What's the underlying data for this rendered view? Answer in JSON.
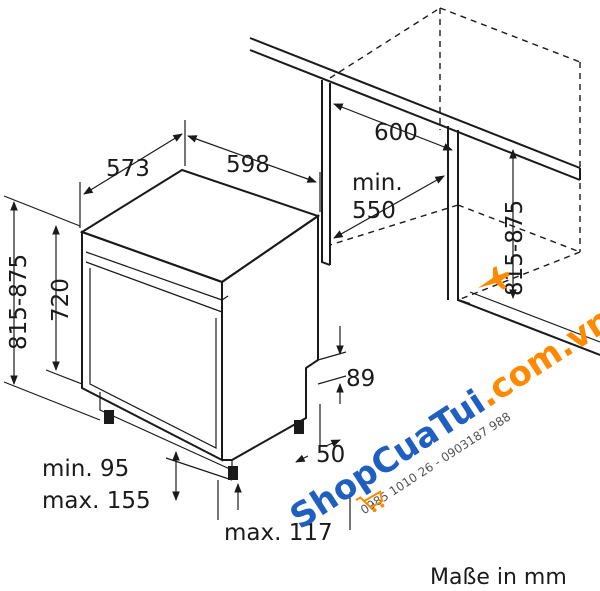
{
  "dimensions": {
    "depth_mm": "573",
    "width_mm": "598",
    "total_height_mm": "815-875",
    "body_height_mm": "720",
    "niche_width_mm": "600",
    "niche_min_label": "min.",
    "niche_min_mm": "550",
    "niche_height_mm": "815-875",
    "plinth_height_mm": "89",
    "plinth_setback_mm": "50",
    "feet_min_label": "min. 95",
    "feet_max_label": "max. 155",
    "plinth_max_label": "max. 117"
  },
  "unit_label": "Maße in mm",
  "watermark": {
    "brand_main": "ShopCuaTui",
    "brand_accent": ".com.vn",
    "phone": "0985 1010 26 - 0903187 988"
  },
  "colors": {
    "line": "#1a1a1a",
    "watermark_blue": "#1f5fbf",
    "watermark_orange": "#ff8a00"
  }
}
